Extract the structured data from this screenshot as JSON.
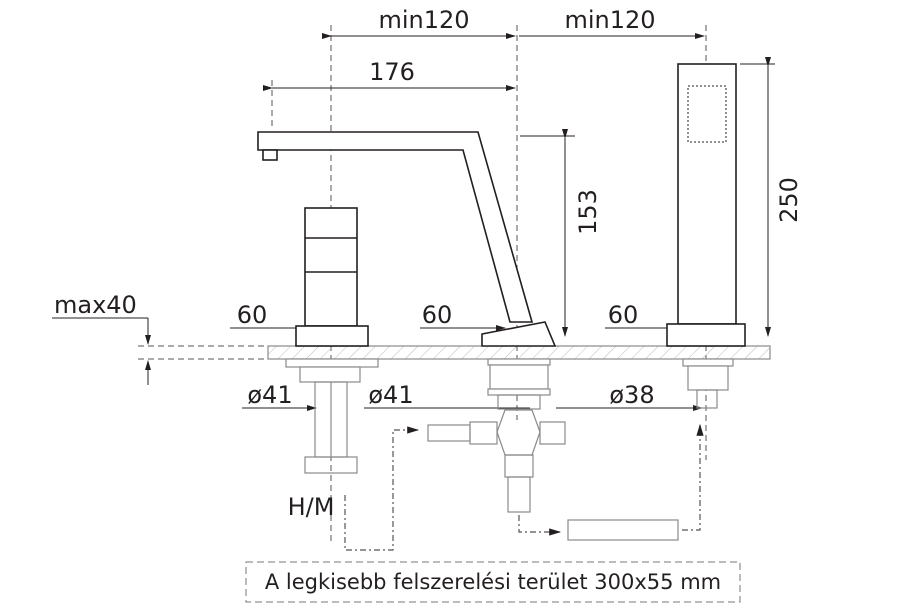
{
  "dimensions": {
    "spacing_left": "min120",
    "spacing_right": "min120",
    "spout_reach": "176",
    "spout_height": "153",
    "handshower_height": "250",
    "max_deck_thickness": "max40",
    "base_left": "60",
    "base_middle": "60",
    "base_right": "60",
    "hole_left": "ø41",
    "hole_middle": "ø41",
    "hole_right": "ø38"
  },
  "labels": {
    "hot_cold": "H/M",
    "min_install_area": "A legkisebb felszerelési terület 300x55 mm"
  }
}
